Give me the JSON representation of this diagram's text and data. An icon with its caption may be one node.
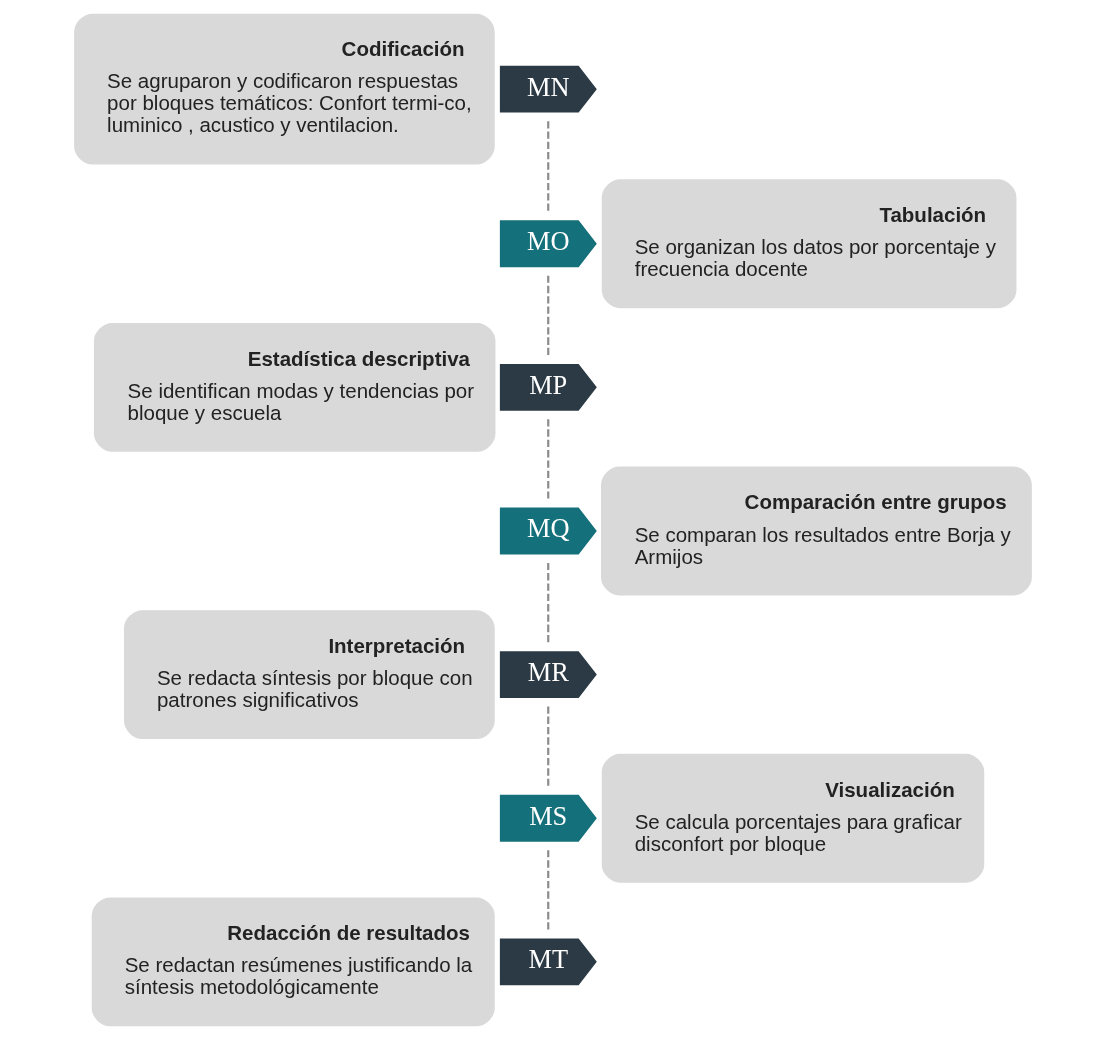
{
  "diagram": {
    "nodes": [
      {
        "text": [
          "Codificación",
          "Se agruparon y codificaron respuestas por bloques temáticos: Confort termi-co, luminico , acustico y ventilacion."
        ]
      },
      {
        "text": [
          "MN"
        ]
      },
      {
        "text": [
          "Tabulación",
          "Se organizan los datos por porcentaje y frecuencia docente"
        ]
      },
      {
        "text": [
          "MO"
        ]
      },
      {
        "text": [
          "Estadística descriptiva",
          "Se identifican modas y tendencias por bloque y escuela"
        ]
      },
      {
        "text": [
          "MP"
        ]
      },
      {
        "text": [
          "Comparación entre grupos",
          "Se comparan los resultados entre Borja y Armijos"
        ]
      },
      {
        "text": [
          "MQ"
        ]
      },
      {
        "text": [
          "Interpretación",
          "Se redacta síntesis por bloque con patrones significativos"
        ]
      },
      {
        "text": [
          "MR"
        ]
      },
      {
        "text": [
          "Visualización",
          "Se calcula porcentajes para graficar disconfort por bloque"
        ]
      },
      {
        "text": [
          "MS"
        ]
      },
      {
        "text": [
          "Redacción de resultados",
          "Se redactan resúmenes justificando la síntesis metodológicamente"
        ]
      },
      {
        "text": [
          "MT"
        ]
      }
    ],
    "edges": [
      {
        "from": 1,
        "to": 3,
        "arrow": "none",
        "style": "dashed"
      },
      {
        "from": 3,
        "to": 5,
        "arrow": "none",
        "style": "dashed"
      },
      {
        "from": 5,
        "to": 7,
        "arrow": "none",
        "style": "dashed"
      },
      {
        "from": 7,
        "to": 9,
        "arrow": "none",
        "style": "dashed"
      },
      {
        "from": 9,
        "to": 11,
        "arrow": "none",
        "style": "dashed"
      },
      {
        "from": 11,
        "to": 13,
        "arrow": "none",
        "style": "dashed"
      }
    ]
  }
}
